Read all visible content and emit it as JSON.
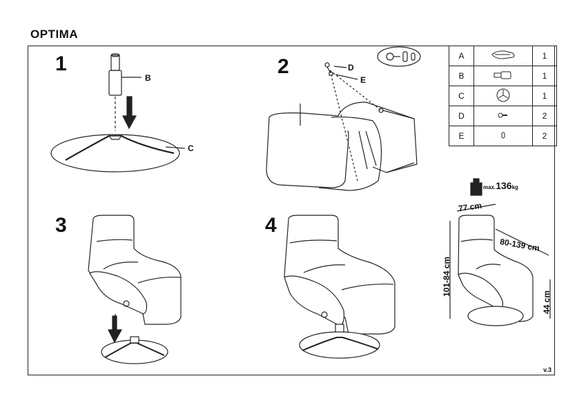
{
  "title": "OPTIMA",
  "version": "v.3",
  "steps": [
    "1",
    "2",
    "3",
    "4"
  ],
  "callouts": {
    "b": "B",
    "c": "C",
    "d": "D",
    "e": "E"
  },
  "parts": [
    {
      "letter": "A",
      "icon": "seat-assembly-icon",
      "qty": "1"
    },
    {
      "letter": "B",
      "icon": "gas-lift-icon",
      "qty": "1"
    },
    {
      "letter": "C",
      "icon": "base-icon",
      "qty": "1"
    },
    {
      "letter": "D",
      "icon": "bolt-icon",
      "qty": "2"
    },
    {
      "letter": "E",
      "icon": "washer-icon",
      "qty": "2"
    }
  ],
  "specs": {
    "max_label": "max.",
    "max_value": "136",
    "max_unit": "kg",
    "width": "77 cm",
    "depth": "80-139 cm",
    "height": "101-84 cm",
    "seat_height": "44 cm"
  }
}
